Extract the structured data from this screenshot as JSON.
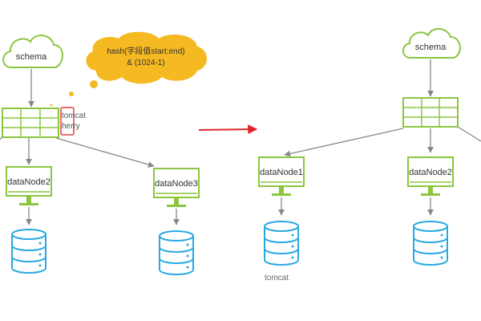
{
  "colors": {
    "green": "#8cc63f",
    "screen_fill": "#ffffff",
    "db_blue": "#29a9e0",
    "bubble": "#f5b921",
    "arrow_red": "#e0242a",
    "box_red": "#e04040",
    "line": "#888888"
  },
  "left": {
    "cloud_label": "schema",
    "hash_note_line1": "hash(字段值start:end)",
    "hash_note_line2": "& (1024-1)",
    "side_labels": [
      "tomcat",
      "herry"
    ],
    "nodes": [
      {
        "label": "dataNode2"
      },
      {
        "label": "dataNode3"
      }
    ]
  },
  "right": {
    "cloud_label": "schema",
    "nodes": [
      {
        "label": "dataNode1"
      },
      {
        "label": "dataNode2"
      }
    ],
    "db_label": "tomcat"
  },
  "icons": [
    "cloud-icon",
    "table-grid-icon",
    "monitor-icon",
    "database-icon",
    "red-arrow-icon",
    "thought-bubble-icon"
  ]
}
